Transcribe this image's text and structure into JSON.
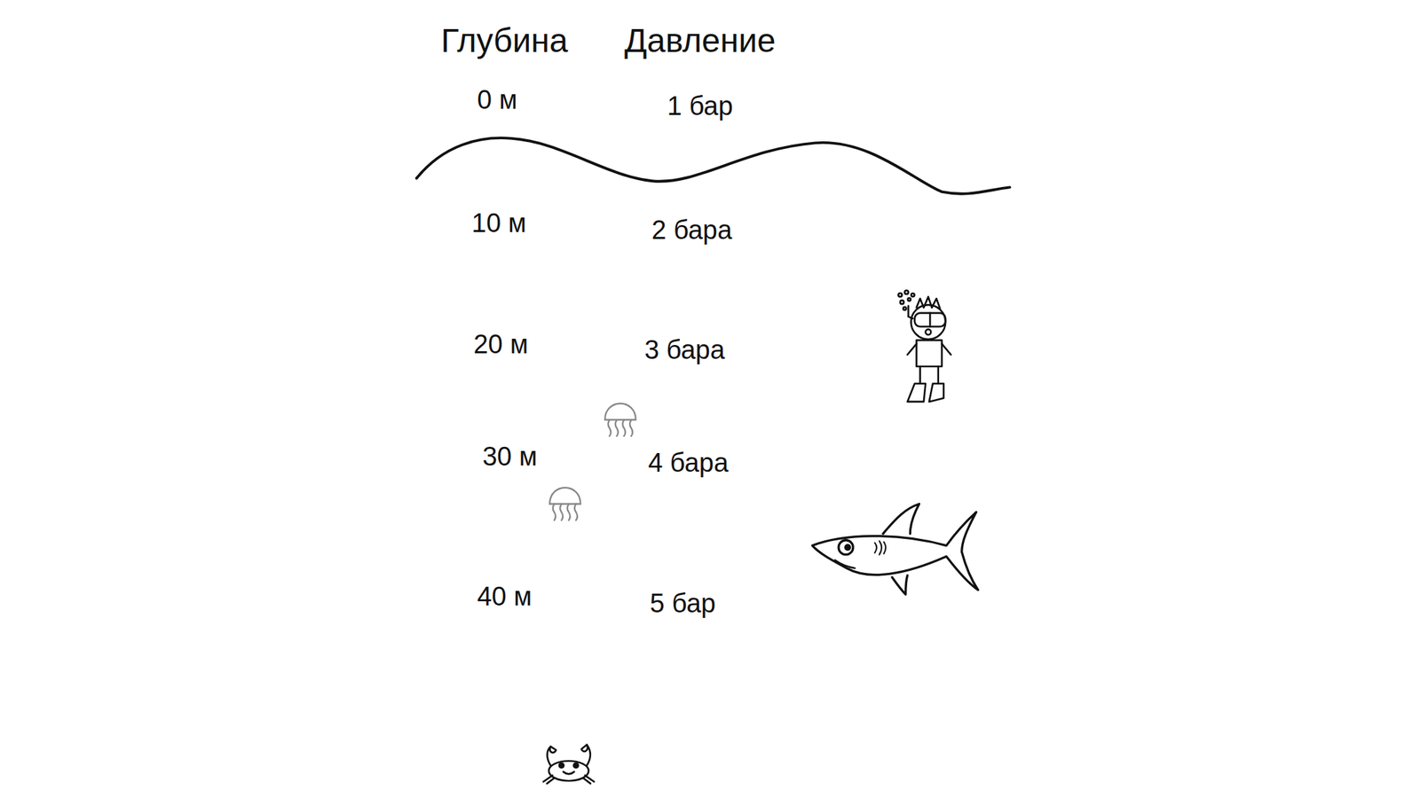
{
  "diagram": {
    "labels": [
      "Глубина",
      "Давление",
      "0 м",
      "1 бар",
      "10 м",
      "2 бара",
      "20 м",
      "3 бара",
      "30 м",
      "4 бара",
      "40 м",
      "5 бар"
    ]
  }
}
